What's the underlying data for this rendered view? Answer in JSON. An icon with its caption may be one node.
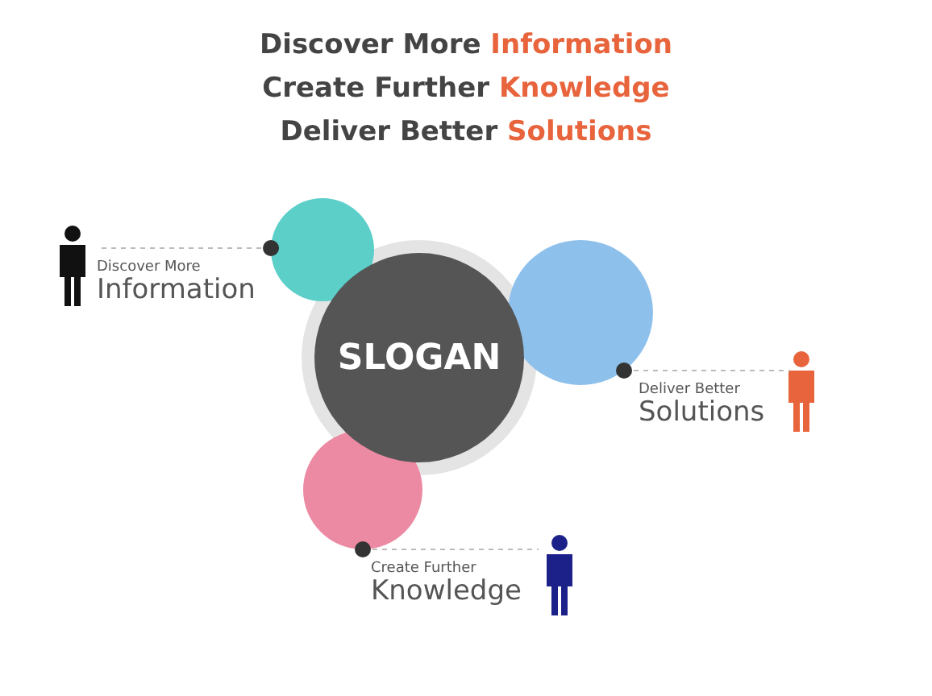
{
  "diagram": {
    "nodes": [
      {
        "text": [
          "SLOGAN"
        ]
      },
      {
        "text": [],
        "shape": "circle"
      },
      {
        "text": [],
        "shape": "circle"
      },
      {
        "text": [],
        "shape": "circle"
      },
      {
        "text": [
          "Discover More",
          "Information"
        ]
      },
      {
        "text": [
          "Deliver Better",
          "Solutions"
        ]
      },
      {
        "text": [
          "Create Further",
          "Knowledge"
        ]
      }
    ],
    "edges": [
      {
        "from": 1,
        "to": 4,
        "arrow": "other",
        "style": "dashed"
      },
      {
        "from": 2,
        "to": 5,
        "arrow": "other",
        "style": "dashed"
      },
      {
        "from": 3,
        "to": 6,
        "arrow": "other",
        "style": "dashed"
      }
    ],
    "labels": [
      "Discover More",
      "Information",
      "Create Further",
      "Knowledge",
      "Deliver Better",
      "Solutions"
    ]
  }
}
